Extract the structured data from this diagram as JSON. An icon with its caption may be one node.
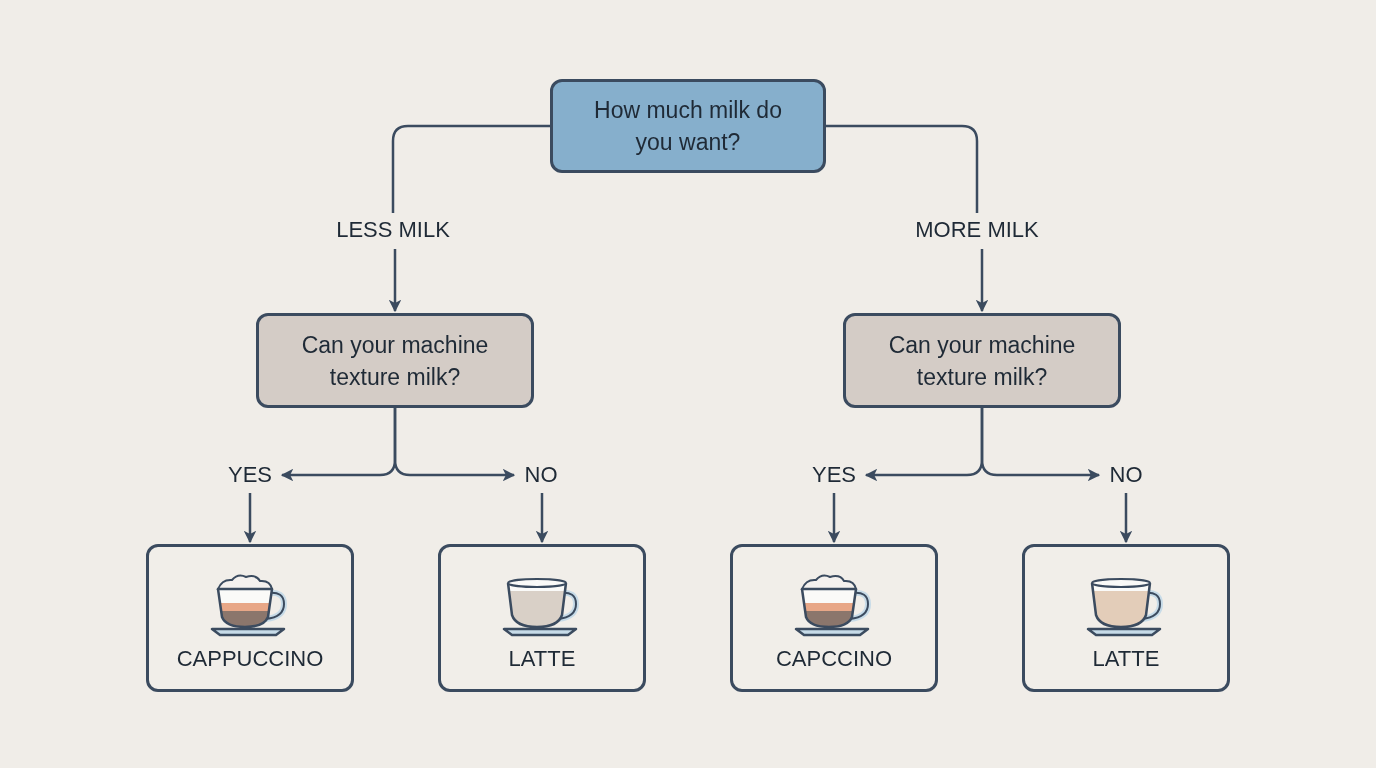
{
  "diagram": {
    "nodes": [
      {
        "text": [
          "How much milk do you want?"
        ]
      },
      {
        "text": [
          "LESS MILK"
        ]
      },
      {
        "text": [
          "MORE MILK"
        ]
      },
      {
        "text": [
          "Can your machine texture milk?"
        ]
      },
      {
        "text": [
          "Can your machine texture milk?"
        ]
      },
      {
        "text": [
          "YES"
        ]
      },
      {
        "text": [
          "NO"
        ]
      },
      {
        "text": [
          "YES"
        ]
      },
      {
        "text": [
          "NO"
        ]
      },
      {
        "text": [
          "CAPPUCCINO"
        ]
      },
      {
        "text": [
          "LATTE"
        ]
      },
      {
        "text": [
          "CAPCCINO"
        ]
      },
      {
        "text": [
          "LATTE"
        ]
      }
    ],
    "edges": [
      {
        "from": 0,
        "to": 1,
        "arrow": "none"
      },
      {
        "from": 1,
        "to": 3,
        "arrow": "to"
      },
      {
        "from": 0,
        "to": 2,
        "arrow": "none"
      },
      {
        "from": 2,
        "to": 4,
        "arrow": "to"
      },
      {
        "from": 3,
        "to": 5,
        "arrow": "to"
      },
      {
        "from": 3,
        "to": 6,
        "arrow": "to"
      },
      {
        "from": 5,
        "to": 9,
        "arrow": "to"
      },
      {
        "from": 6,
        "to": 10,
        "arrow": "to"
      },
      {
        "from": 4,
        "to": 7,
        "arrow": "to"
      },
      {
        "from": 4,
        "to": 8,
        "arrow": "to"
      },
      {
        "from": 7,
        "to": 11,
        "arrow": "to"
      },
      {
        "from": 8,
        "to": 12,
        "arrow": "to"
      }
    ]
  }
}
